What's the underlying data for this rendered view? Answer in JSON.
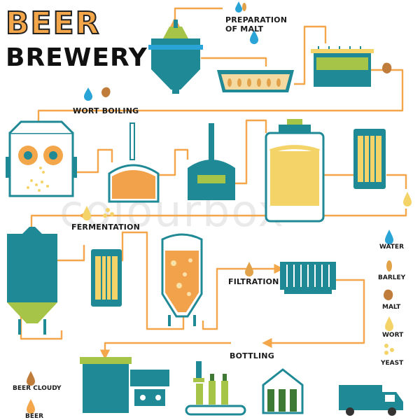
{
  "title": {
    "line1": "BEER",
    "line2": "BREWERY"
  },
  "watermark": "colourbox",
  "steps": {
    "preparation": "PREPARATION\nOF MALT",
    "wort_boiling": "WORT BOILING",
    "fermentation": "FERMENTATION",
    "filtration": "FILTRATION",
    "bottling": "BOTTLING"
  },
  "legend": {
    "water": "WATER",
    "barley": "BARLEY",
    "malt": "MALT",
    "wort": "WORT",
    "yeast": "YEAST",
    "beer_cloudy": "BEER CLOUDY",
    "beer": "BEER"
  },
  "colors": {
    "pipe": "#f4a64a",
    "teal": "#1f8a96",
    "water": "#2aa3d6",
    "barley": "#e2a24a",
    "malt": "#c07c3a",
    "wort": "#f4d469",
    "green": "#a6c447",
    "bottle": "#3e7a34",
    "orange_fill": "#f3a24c"
  },
  "icons": {
    "water": "water-drop-icon",
    "barley": "barley-grain-icon",
    "malt": "malt-sprout-icon",
    "wort": "wort-drop-icon",
    "yeast": "yeast-cluster-icon",
    "beer_cloudy": "cloudy-beer-drop-icon",
    "beer": "beer-drop-icon"
  }
}
